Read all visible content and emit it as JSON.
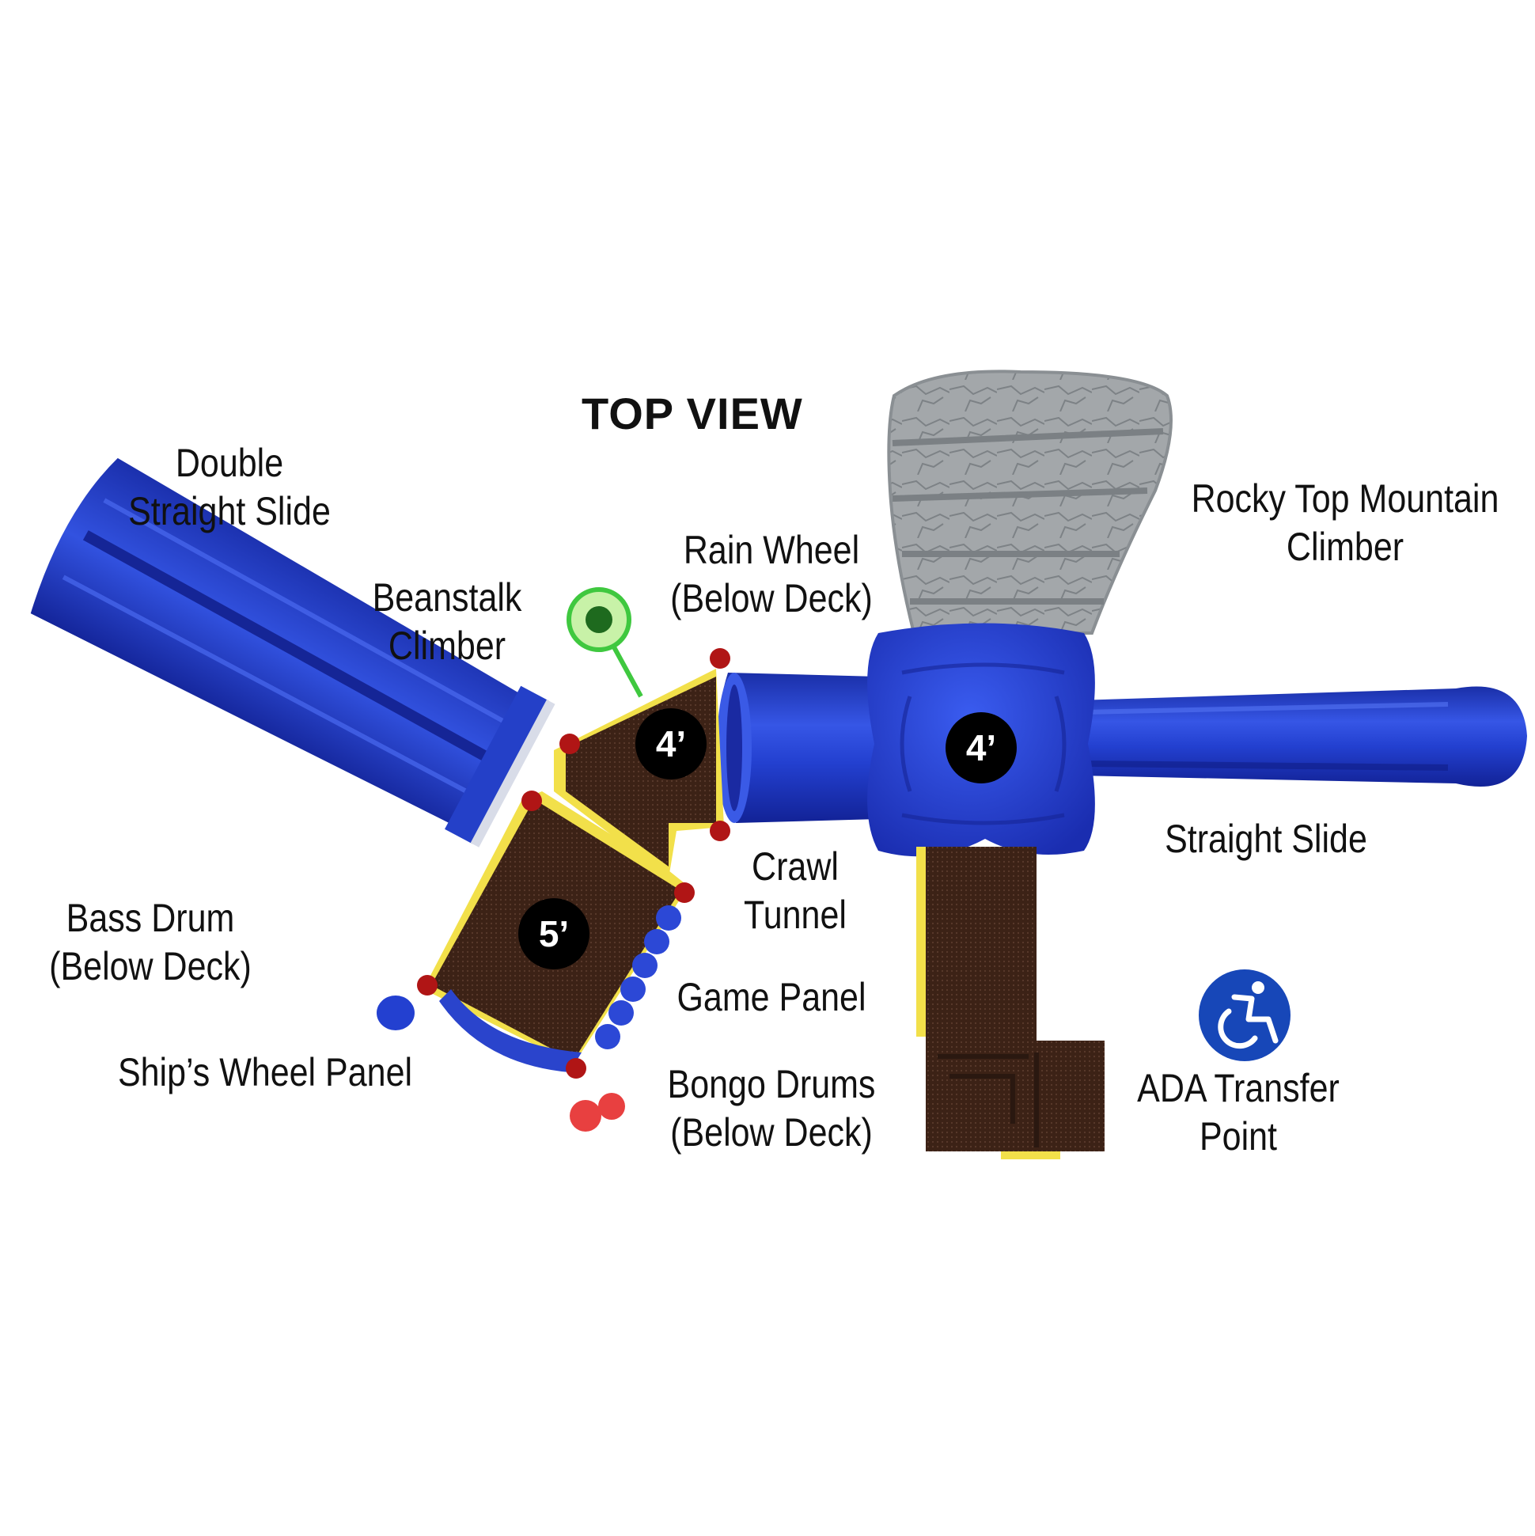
{
  "title": "TOP VIEW",
  "labels": {
    "double_straight_slide": [
      "Double",
      "Straight Slide"
    ],
    "beanstalk_climber": [
      "Beanstalk",
      "Climber"
    ],
    "rain_wheel": [
      "Rain Wheel",
      "(Below Deck)"
    ],
    "rocky_top": [
      "Rocky Top Mountain",
      "Climber"
    ],
    "straight_slide": [
      "Straight Slide"
    ],
    "crawl_tunnel": [
      "Crawl",
      "Tunnel"
    ],
    "bass_drum": [
      "Bass Drum",
      "(Below Deck)"
    ],
    "game_panel": [
      "Game Panel"
    ],
    "ships_wheel": [
      "Ship’s Wheel Panel"
    ],
    "bongo_drums": [
      "Bongo Drums",
      "(Below Deck)"
    ],
    "ada_transfer": [
      "ADA Transfer",
      "Point"
    ]
  },
  "heights": {
    "upper_deck": "4’",
    "main_deck": "5’",
    "right_deck": "4’"
  },
  "colors": {
    "slide_blue": "#1f3fd6",
    "deck_brown": "#3e2418",
    "rock_gray": "#a4a8ab",
    "accent_yellow": "#f2e04a",
    "clamp_red": "#b01515",
    "beanstalk_green": "#3fc83f",
    "ada_blue": "#1747b8"
  },
  "icons": {
    "ada": "wheelchair-accessible-icon"
  }
}
